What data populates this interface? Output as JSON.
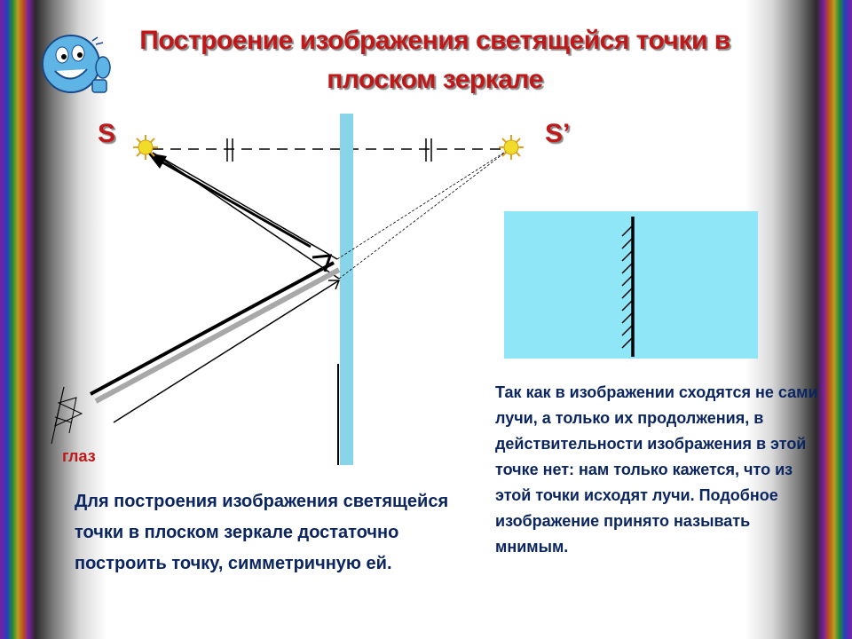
{
  "title": "Построение изображения светящейся точки в плоском зеркале",
  "labels": {
    "source": "S",
    "image": "S’",
    "eye": "глаз"
  },
  "text": {
    "left_paragraph": "Для построения изображения светящейся точки в плоском зеркале достаточно построить точку, симметричную  ей.",
    "right_paragraph": "Так как в изображении сходятся не сами лучи, а только их продолжения, в действительности изображения в этой точке нет: нам только кажется, что из этой точки исходят лучи. Подобное изображение принято называть мнимым."
  },
  "colors": {
    "title": "#c01818",
    "body_text": "#0b2560",
    "mirror": "#88d4e8",
    "inset_panel": "#8ee6f6",
    "source_glow": "#f2dc2a"
  },
  "icons": [
    "smiley-mascot-icon",
    "sun-source-icon",
    "sun-image-icon",
    "eye-icon"
  ]
}
